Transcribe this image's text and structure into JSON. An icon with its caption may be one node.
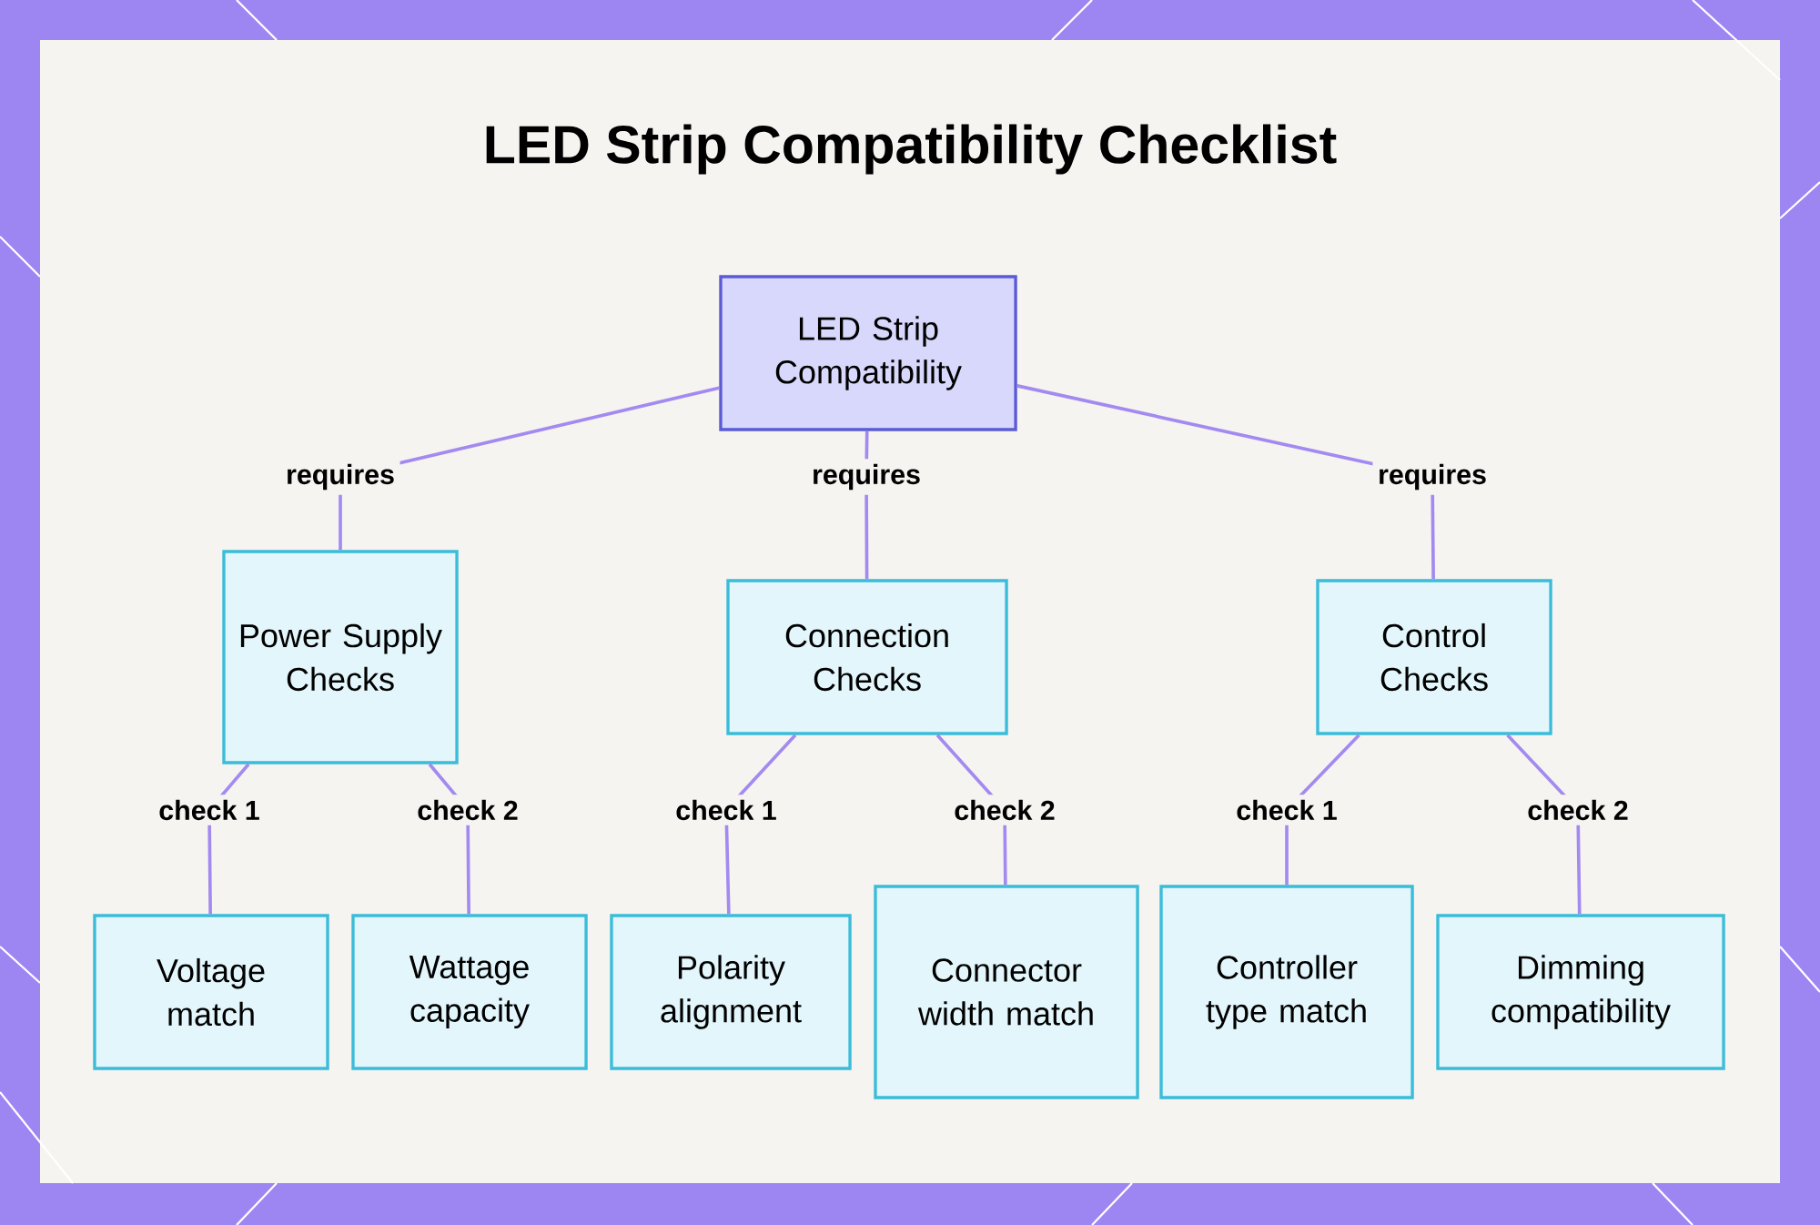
{
  "diagram": {
    "title": "LED Strip Compatibility Checklist",
    "nodes": [
      {
        "text": [
          "LED Strip Compatibility"
        ]
      },
      {
        "text": [
          "Power Supply Checks"
        ]
      },
      {
        "text": [
          "Connection Checks"
        ]
      },
      {
        "text": [
          "Control Checks"
        ]
      },
      {
        "text": [
          "Voltage match"
        ]
      },
      {
        "text": [
          "Wattage capacity"
        ]
      },
      {
        "text": [
          "Polarity alignment"
        ]
      },
      {
        "text": [
          "Connector width match"
        ]
      },
      {
        "text": [
          "Controller type match"
        ]
      },
      {
        "text": [
          "Dimming compatibility"
        ]
      }
    ],
    "edges": [
      {
        "from": 0,
        "to": 1,
        "arrow": "none",
        "label": "requires"
      },
      {
        "from": 0,
        "to": 2,
        "arrow": "none",
        "label": "requires"
      },
      {
        "from": 0,
        "to": 3,
        "arrow": "none",
        "label": "requires"
      },
      {
        "from": 1,
        "to": 4,
        "arrow": "none",
        "label": "check 1"
      },
      {
        "from": 1,
        "to": 5,
        "arrow": "none",
        "label": "check 2"
      },
      {
        "from": 2,
        "to": 6,
        "arrow": "none",
        "label": "check 1"
      },
      {
        "from": 2,
        "to": 7,
        "arrow": "none",
        "label": "check 2"
      },
      {
        "from": 3,
        "to": 8,
        "arrow": "none",
        "label": "check 1"
      },
      {
        "from": 3,
        "to": 9,
        "arrow": "none",
        "label": "check 2"
      }
    ]
  }
}
